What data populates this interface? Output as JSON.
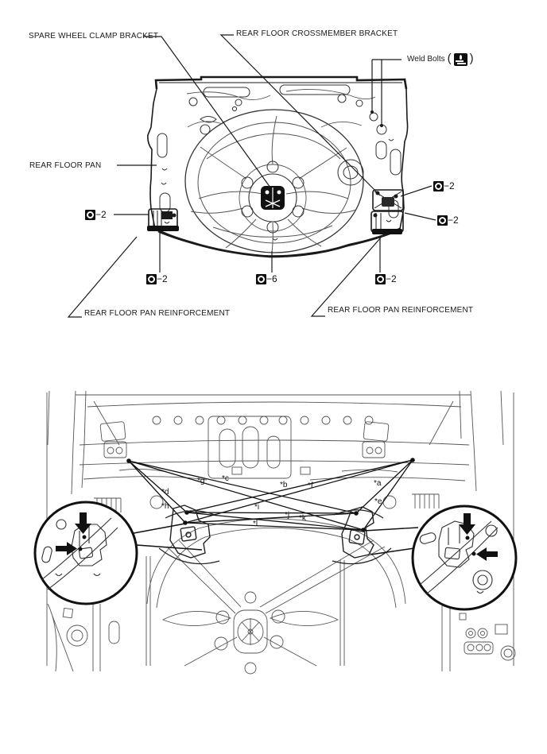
{
  "figure": {
    "kind": "body-repair-manual-diagram",
    "panels": [
      "rear floor pan weld view",
      "rear underbody measurement view"
    ]
  },
  "colors": {
    "background": "#ffffff",
    "ink": "#1a1a1a",
    "light_line": "#555555",
    "badge_black": "#0d0d0d"
  },
  "top_diagram": {
    "labels": {
      "spare_wheel_clamp_bracket": "SPARE WHEEL CLAMP BRACKET",
      "rear_floor_crossmember_bracket": "REAR FLOOR CROSSMEMBER BRACKET",
      "weld_bolts": "Weld Bolts",
      "weld_bolts_paren_open": "(",
      "weld_bolts_paren_close": ")",
      "rear_floor_pan": "REAR FLOOR PAN",
      "rear_floor_pan_reinforcement_left": "REAR FLOOR PAN REINFORCEMENT",
      "rear_floor_pan_reinforcement_right": "REAR FLOOR PAN REINFORCEMENT"
    },
    "weld_bolt_icon": "weld-bolt-symbol",
    "spot_weld_symbol": "O",
    "badges": [
      {
        "id": "left",
        "count": "−2"
      },
      {
        "id": "right-upper",
        "count": "−2"
      },
      {
        "id": "right-lower",
        "count": "−2"
      },
      {
        "id": "bottom-left",
        "count": "−2"
      },
      {
        "id": "bottom-center",
        "count": "−6"
      },
      {
        "id": "bottom-right",
        "count": "−2"
      }
    ]
  },
  "bottom_diagram": {
    "point_labels": [
      {
        "label": "*a"
      },
      {
        "label": "*b"
      },
      {
        "label": "*c"
      },
      {
        "label": "*d"
      },
      {
        "label": "*e"
      },
      {
        "label": "*f"
      },
      {
        "label": "*g"
      },
      {
        "label": "*h"
      },
      {
        "label": "*i"
      },
      {
        "label": "*j"
      },
      {
        "label": "*k"
      },
      {
        "label": "*l"
      }
    ],
    "callouts": [
      {
        "id": "left-callout",
        "arrows": [
          "down-arrow-icon",
          "right-arrow-icon"
        ]
      },
      {
        "id": "right-callout",
        "arrows": [
          "down-arrow-icon",
          "left-arrow-icon"
        ]
      }
    ]
  }
}
